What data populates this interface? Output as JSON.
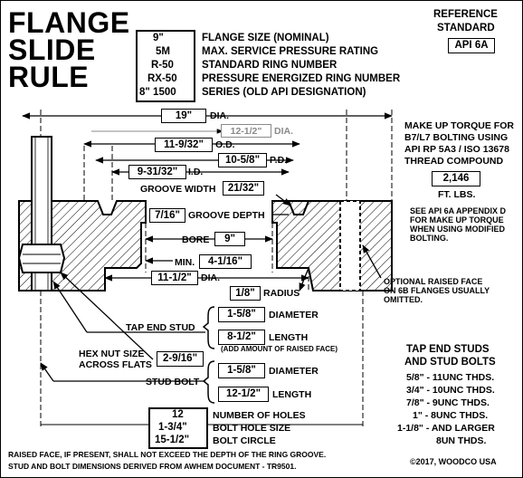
{
  "title": {
    "line1": "FLANGE",
    "line2": "SLIDE",
    "line3": "RULE"
  },
  "reference": {
    "label1": "REFERENCE",
    "label2": "STANDARD",
    "standard": "API 6A"
  },
  "header_rows": [
    {
      "value": "9\"",
      "label": "FLANGE SIZE (NOMINAL)"
    },
    {
      "value": "5M",
      "label": "MAX. SERVICE PRESSURE RATING"
    },
    {
      "value": "R-50",
      "label": "STANDARD RING NUMBER"
    },
    {
      "value": "RX-50",
      "label": "PRESSURE ENERGIZED RING NUMBER"
    },
    {
      "value": "8\" 1500",
      "label": "SERIES (OLD API DESIGNATION)"
    }
  ],
  "dimensions": {
    "dia_outer": {
      "value": "19\"",
      "label": "DIA."
    },
    "dia_raised": {
      "value": "12-1/2\"",
      "label": "DIA."
    },
    "od": {
      "value": "11-9/32\"",
      "label": "O.D."
    },
    "pd": {
      "value": "10-5/8\"",
      "label": "P.D."
    },
    "id": {
      "value": "9-31/32\"",
      "label": "I.D."
    },
    "groove_width": {
      "label": "GROOVE WIDTH",
      "value": "21/32\""
    },
    "groove_depth": {
      "value": "7/16\"",
      "label": "GROOVE DEPTH"
    },
    "bore": {
      "label": "BORE",
      "value": "9\""
    },
    "min": {
      "label": "MIN.",
      "value": "4-1/16\""
    },
    "dia_hub": {
      "value": "11-1/2\"",
      "label": "DIA."
    },
    "radius": {
      "value": "1/8\"",
      "label": "RADIUS"
    }
  },
  "torque": {
    "lines": [
      "MAKE UP TORQUE FOR",
      "B7/L7 BOLTING USING",
      "API RP 5A3 / ISO 13678",
      "THREAD COMPOUND"
    ],
    "value": "2,146",
    "unit": "FT. LBS.",
    "note": [
      "SEE API 6A APPENDIX D",
      "FOR MAKE UP TORQUE",
      "WHEN USING MODIFIED",
      "BOLTING."
    ]
  },
  "raised_face_note": [
    "OPTIONAL RAISED FACE",
    "ON 6B FLANGES USUALLY",
    "OMITTED."
  ],
  "tap_end_stud": {
    "label": "TAP END STUD",
    "diameter": "1-5/8\"",
    "diameter_label": "DIAMETER",
    "length": "8-1/2\"",
    "length_label": "LENGTH",
    "note": "(ADD AMOUNT OF RAISED FACE)"
  },
  "hex_nut": {
    "line1": "HEX NUT SIZE",
    "line2": "ACROSS FLATS",
    "value": "2-9/16\""
  },
  "stud_bolt": {
    "label": "STUD BOLT",
    "diameter": "1-5/8\"",
    "diameter_label": "DIAMETER",
    "length": "12-1/2\"",
    "length_label": "LENGTH"
  },
  "bolt_holes": [
    {
      "value": "12",
      "label": "NUMBER OF HOLES"
    },
    {
      "value": "1-3/4\"",
      "label": "BOLT HOLE SIZE"
    },
    {
      "value": "15-1/2\"",
      "label": "BOLT CIRCLE"
    }
  ],
  "threads": {
    "title1": "TAP END STUDS",
    "title2": "AND STUD BOLTS",
    "rows": [
      "5/8\" - 11UNC THDS.",
      "3/4\" - 10UNC THDS.",
      "7/8\" - 9UNC THDS.",
      "1\" - 8UNC THDS.",
      "1-1/8\" - AND LARGER",
      "8UN THDS."
    ]
  },
  "footer": {
    "line1": "RAISED FACE, IF PRESENT, SHALL NOT EXCEED THE DEPTH OF THE RING GROOVE.",
    "line2": "STUD AND BOLT DIMENSIONS DERIVED FROM AWHEM DOCUMENT - TR9501.",
    "copyright": "©2017, WOODCO USA"
  }
}
